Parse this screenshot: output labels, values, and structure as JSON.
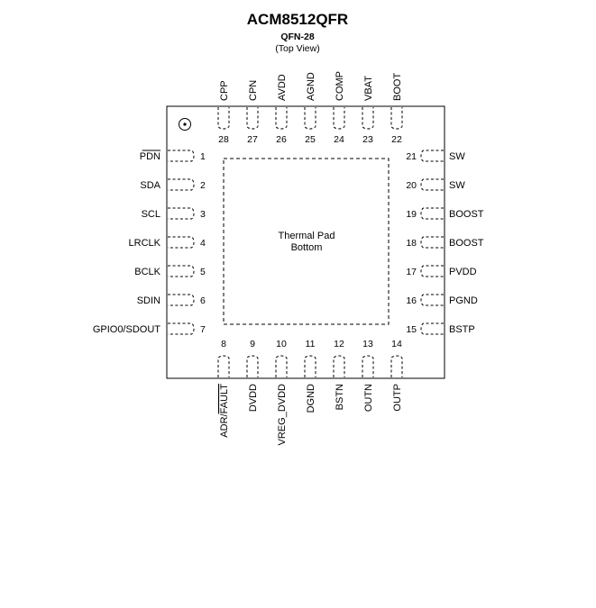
{
  "title": "ACM8512QFR",
  "package": "QFN-28",
  "view": "(Top View)",
  "thermal_pad": {
    "line1": "Thermal Pad",
    "line2": "Bottom"
  },
  "pins": {
    "left": [
      {
        "num": "1",
        "name": "PDN",
        "overline": true
      },
      {
        "num": "2",
        "name": "SDA"
      },
      {
        "num": "3",
        "name": "SCL"
      },
      {
        "num": "4",
        "name": "LRCLK"
      },
      {
        "num": "5",
        "name": "BCLK"
      },
      {
        "num": "6",
        "name": "SDIN"
      },
      {
        "num": "7",
        "name": "GPIO0/SDOUT"
      }
    ],
    "bottom": [
      {
        "num": "8",
        "name": "ADR/",
        "name2": "FAULT"
      },
      {
        "num": "9",
        "name": "DVDD"
      },
      {
        "num": "10",
        "name": "VREG_DVDD"
      },
      {
        "num": "11",
        "name": "DGND"
      },
      {
        "num": "12",
        "name": "BSTN"
      },
      {
        "num": "13",
        "name": "OUTN"
      },
      {
        "num": "14",
        "name": "OUTP"
      }
    ],
    "right": [
      {
        "num": "21",
        "name": "SW"
      },
      {
        "num": "20",
        "name": "SW"
      },
      {
        "num": "19",
        "name": "BOOST"
      },
      {
        "num": "18",
        "name": "BOOST"
      },
      {
        "num": "17",
        "name": "PVDD"
      },
      {
        "num": "16",
        "name": "PGND"
      },
      {
        "num": "15",
        "name": "BSTP"
      }
    ],
    "top": [
      {
        "num": "28",
        "name": "CPP"
      },
      {
        "num": "27",
        "name": "CPN"
      },
      {
        "num": "26",
        "name": "AVDD"
      },
      {
        "num": "25",
        "name": "AGND"
      },
      {
        "num": "24",
        "name": "COMP"
      },
      {
        "num": "23",
        "name": "VBAT"
      },
      {
        "num": "22",
        "name": "BOOT"
      }
    ]
  }
}
